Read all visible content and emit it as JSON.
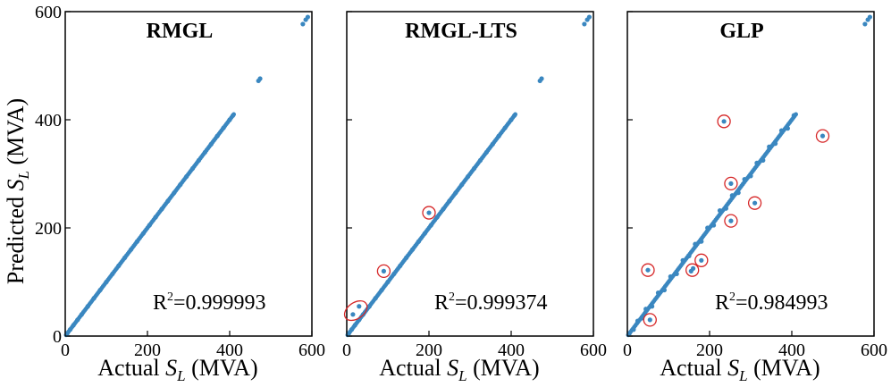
{
  "figure": {
    "ylabel_main": "Predicted ",
    "ylabel_var": "S",
    "ylabel_sub": "L",
    "ylabel_unit": " (MVA)",
    "xlabel_main": "Actual ",
    "xlabel_var": "S",
    "xlabel_sub": "L",
    "xlabel_unit": " (MVA)"
  },
  "chart_data": [
    {
      "type": "scatter",
      "title": "RMGL",
      "annotation": {
        "base": "R",
        "sup": "2",
        "text": "=0.999993"
      },
      "xlim": [
        0,
        600
      ],
      "ylim": [
        0,
        600
      ],
      "x_ticks": [
        "0",
        "200",
        "400",
        "600"
      ],
      "y_ticks": [
        "0",
        "200",
        "400",
        "600"
      ],
      "grid": false,
      "marker_color": "#3a87c0",
      "circle_color": "#d62728",
      "points": [
        [
          5,
          5
        ],
        [
          12,
          12
        ],
        [
          20,
          20
        ],
        [
          30,
          30
        ],
        [
          40,
          40
        ],
        [
          55,
          55
        ],
        [
          70,
          70
        ],
        [
          85,
          85
        ],
        [
          100,
          100
        ],
        [
          115,
          115
        ],
        [
          130,
          130
        ],
        [
          145,
          145
        ],
        [
          160,
          160
        ],
        [
          175,
          175
        ],
        [
          190,
          190
        ],
        [
          205,
          205
        ],
        [
          220,
          220
        ],
        [
          235,
          235
        ],
        [
          250,
          250
        ],
        [
          265,
          265
        ],
        [
          280,
          280
        ],
        [
          295,
          295
        ],
        [
          310,
          310
        ],
        [
          325,
          325
        ],
        [
          340,
          340
        ],
        [
          355,
          355
        ],
        [
          370,
          370
        ],
        [
          385,
          385
        ],
        [
          400,
          400
        ],
        [
          408,
          408
        ],
        [
          470,
          472
        ],
        [
          474,
          476
        ],
        [
          578,
          577
        ],
        [
          585,
          585
        ],
        [
          590,
          590
        ]
      ],
      "circled": []
    },
    {
      "type": "scatter",
      "title": "RMGL-LTS",
      "annotation": {
        "base": "R",
        "sup": "2",
        "text": "=0.999374"
      },
      "xlim": [
        0,
        600
      ],
      "ylim": [
        0,
        600
      ],
      "x_ticks": [
        "0",
        "200",
        "400",
        "600"
      ],
      "y_ticks": [
        "0",
        "200",
        "400",
        "600"
      ],
      "grid": false,
      "marker_color": "#3a87c0",
      "circle_color": "#d62728",
      "points": [
        [
          5,
          5
        ],
        [
          12,
          12
        ],
        [
          20,
          20
        ],
        [
          30,
          30
        ],
        [
          40,
          40
        ],
        [
          55,
          55
        ],
        [
          70,
          70
        ],
        [
          85,
          85
        ],
        [
          100,
          100
        ],
        [
          115,
          115
        ],
        [
          130,
          130
        ],
        [
          145,
          145
        ],
        [
          160,
          160
        ],
        [
          175,
          175
        ],
        [
          190,
          190
        ],
        [
          205,
          205
        ],
        [
          220,
          220
        ],
        [
          235,
          235
        ],
        [
          250,
          250
        ],
        [
          265,
          265
        ],
        [
          280,
          280
        ],
        [
          295,
          295
        ],
        [
          310,
          310
        ],
        [
          325,
          325
        ],
        [
          340,
          340
        ],
        [
          355,
          355
        ],
        [
          370,
          370
        ],
        [
          385,
          385
        ],
        [
          400,
          400
        ],
        [
          408,
          408
        ],
        [
          470,
          472
        ],
        [
          474,
          476
        ],
        [
          578,
          577
        ],
        [
          585,
          585
        ],
        [
          590,
          590
        ],
        [
          15,
          40
        ],
        [
          30,
          55
        ],
        [
          90,
          120
        ],
        [
          200,
          228
        ]
      ],
      "circled": [
        [
          22,
          47
        ],
        [
          90,
          120
        ],
        [
          200,
          228
        ]
      ]
    },
    {
      "type": "scatter",
      "title": "GLP",
      "annotation": {
        "base": "R",
        "sup": "2",
        "text": "=0.984993"
      },
      "xlim": [
        0,
        600
      ],
      "ylim": [
        0,
        600
      ],
      "x_ticks": [
        "0",
        "200",
        "400",
        "600"
      ],
      "y_ticks": [
        "0",
        "200",
        "400",
        "600"
      ],
      "grid": false,
      "marker_color": "#3a87c0",
      "circle_color": "#d62728",
      "points": [
        [
          5,
          5
        ],
        [
          15,
          12
        ],
        [
          25,
          28
        ],
        [
          35,
          33
        ],
        [
          45,
          50
        ],
        [
          60,
          55
        ],
        [
          75,
          80
        ],
        [
          90,
          85
        ],
        [
          105,
          110
        ],
        [
          120,
          115
        ],
        [
          135,
          140
        ],
        [
          150,
          148
        ],
        [
          165,
          170
        ],
        [
          180,
          175
        ],
        [
          195,
          200
        ],
        [
          210,
          205
        ],
        [
          225,
          232
        ],
        [
          240,
          236
        ],
        [
          255,
          260
        ],
        [
          270,
          265
        ],
        [
          285,
          290
        ],
        [
          300,
          296
        ],
        [
          315,
          320
        ],
        [
          330,
          325
        ],
        [
          345,
          350
        ],
        [
          360,
          356
        ],
        [
          375,
          380
        ],
        [
          390,
          384
        ],
        [
          405,
          408
        ],
        [
          50,
          122
        ],
        [
          55,
          30
        ],
        [
          155,
          120
        ],
        [
          160,
          125
        ],
        [
          180,
          140
        ],
        [
          235,
          397
        ],
        [
          252,
          282
        ],
        [
          252,
          213
        ],
        [
          310,
          246
        ],
        [
          475,
          370
        ],
        [
          578,
          577
        ],
        [
          585,
          585
        ],
        [
          590,
          590
        ]
      ],
      "circled": [
        [
          50,
          122
        ],
        [
          55,
          30
        ],
        [
          158,
          122
        ],
        [
          180,
          140
        ],
        [
          235,
          397
        ],
        [
          252,
          282
        ],
        [
          252,
          213
        ],
        [
          310,
          246
        ],
        [
          475,
          370
        ]
      ]
    }
  ]
}
